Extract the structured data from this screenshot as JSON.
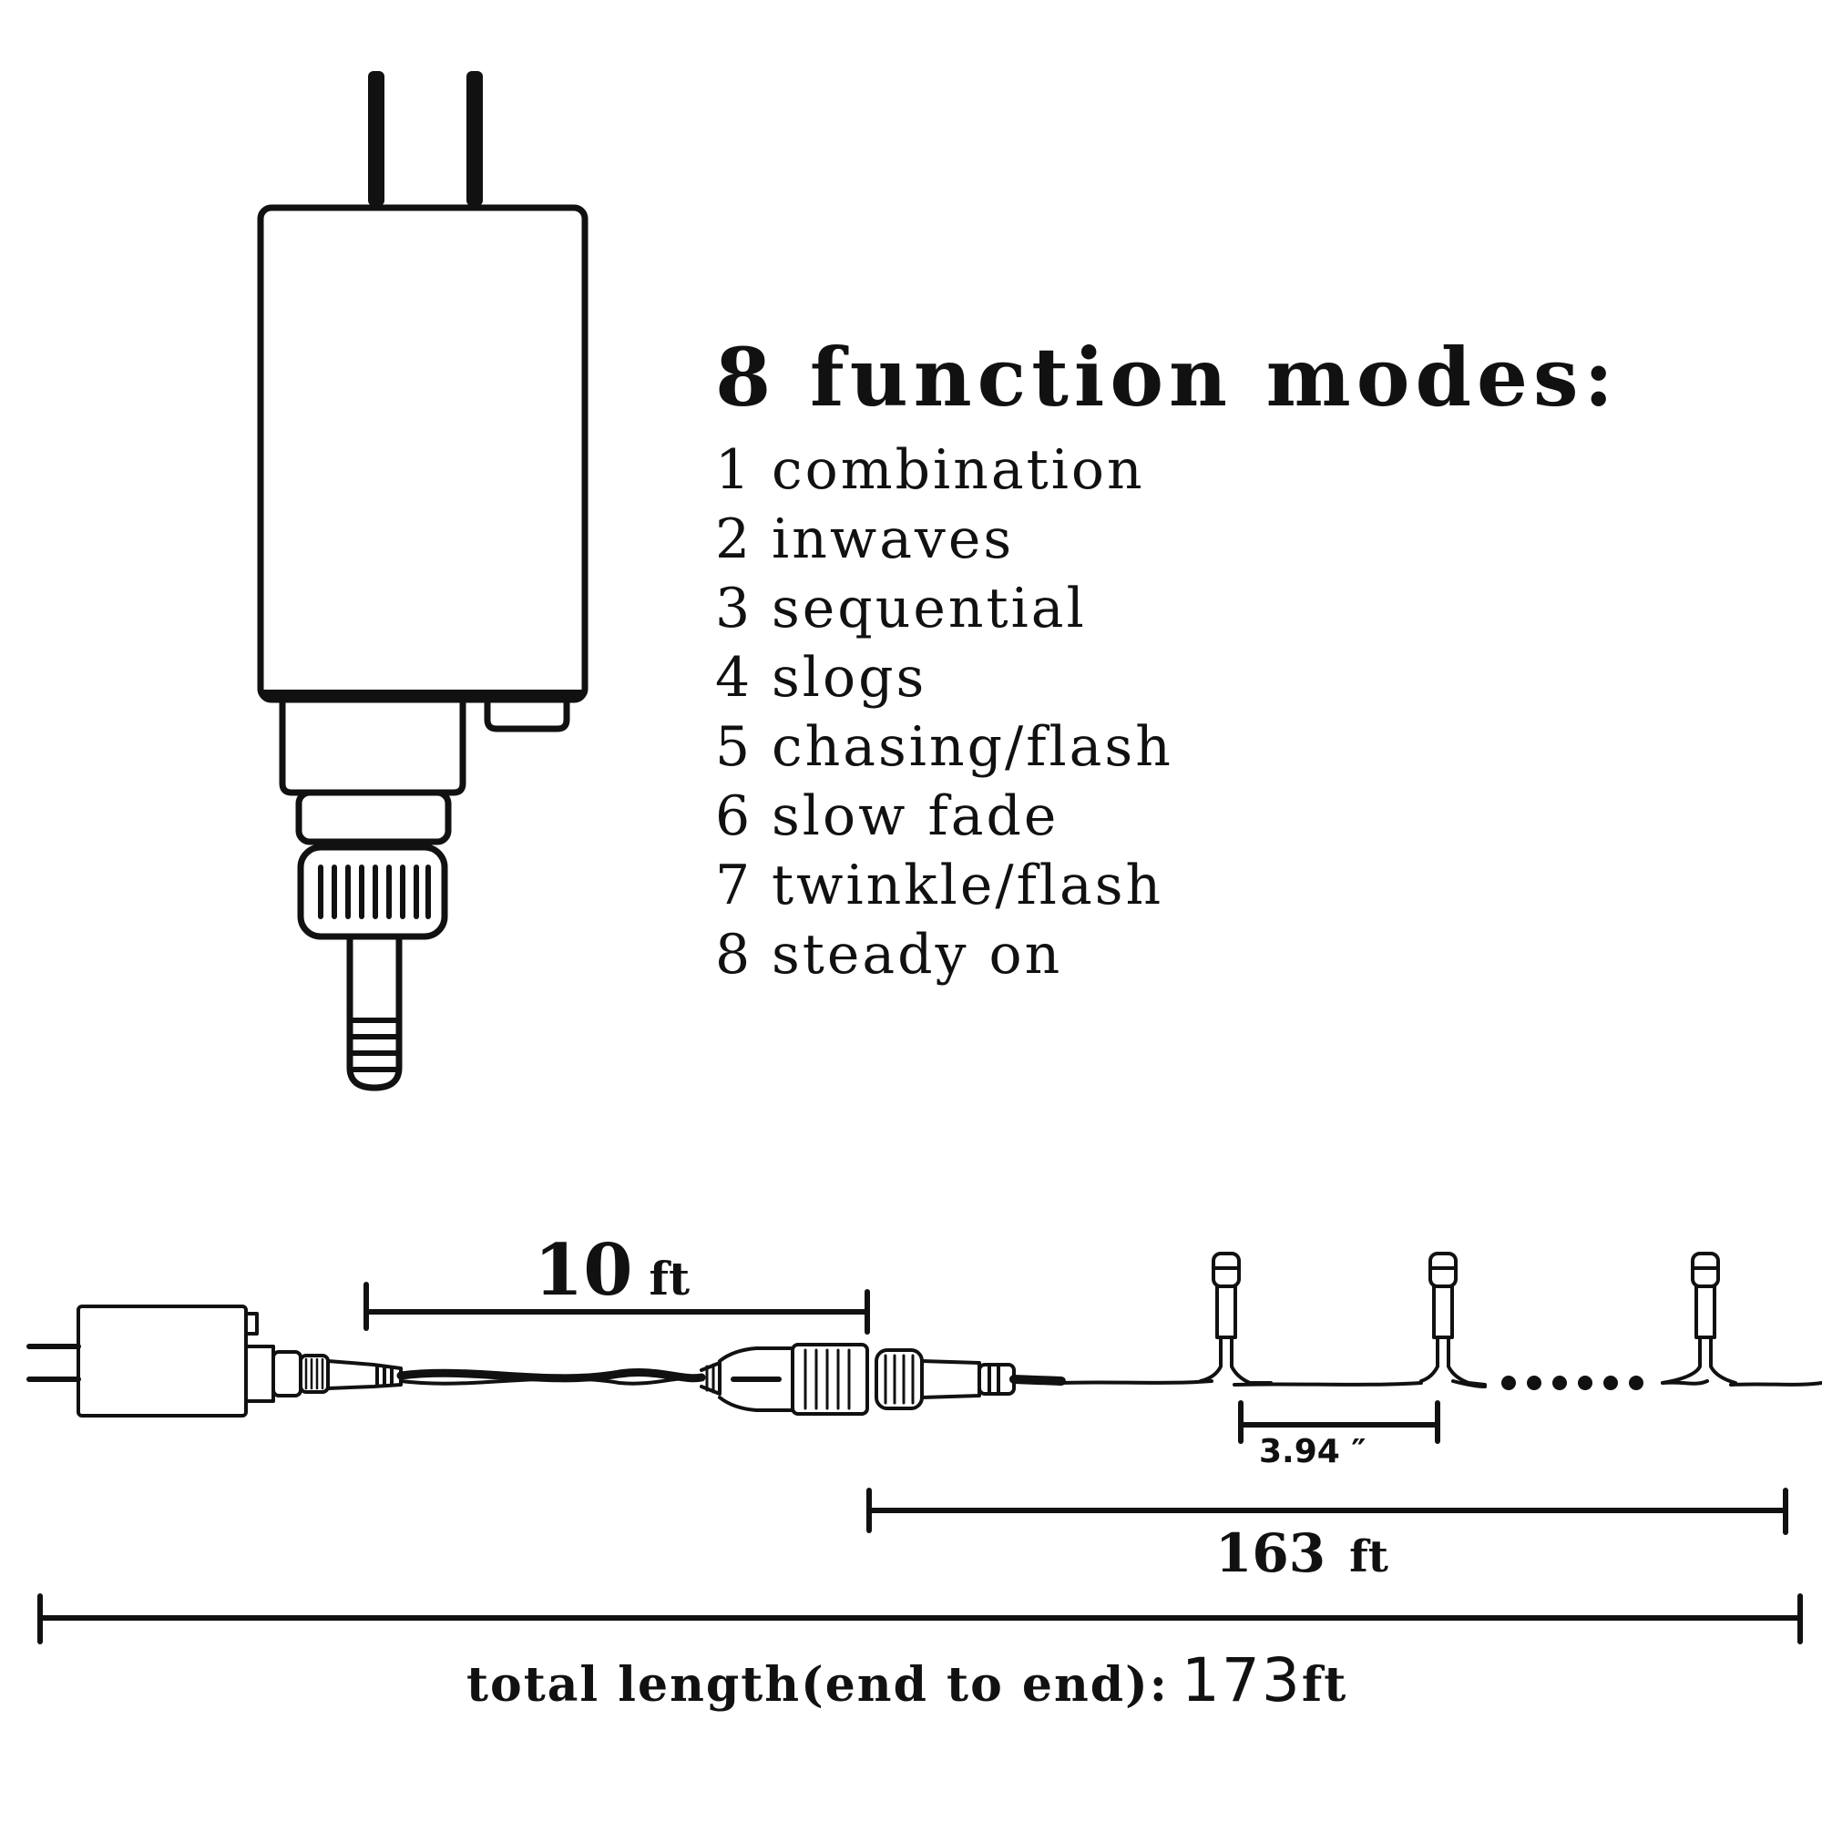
{
  "modes": {
    "title": "8 function modes:",
    "items": [
      {
        "num": "1",
        "label": "combination"
      },
      {
        "num": "2",
        "label": "inwaves"
      },
      {
        "num": "3",
        "label": "sequential"
      },
      {
        "num": "4",
        "label": "slogs"
      },
      {
        "num": "5",
        "label": "chasing/flash"
      },
      {
        "num": "6",
        "label": "slow fade"
      },
      {
        "num": "7",
        "label": "twinkle/flash"
      },
      {
        "num": "8",
        "label": "steady on"
      }
    ]
  },
  "dimensions": {
    "lead_value": "10",
    "lead_unit": "ft",
    "spacing": "3.94 ″",
    "string_value": "163",
    "string_unit": "ft",
    "total_label": "total length(end to end):",
    "total_value": "173",
    "total_unit": "ft"
  },
  "icons": {
    "adapter": "power-adapter-icon",
    "bulb": "led-bulb-icon"
  },
  "colors": {
    "line": "#111111",
    "background": "#ffffff"
  }
}
